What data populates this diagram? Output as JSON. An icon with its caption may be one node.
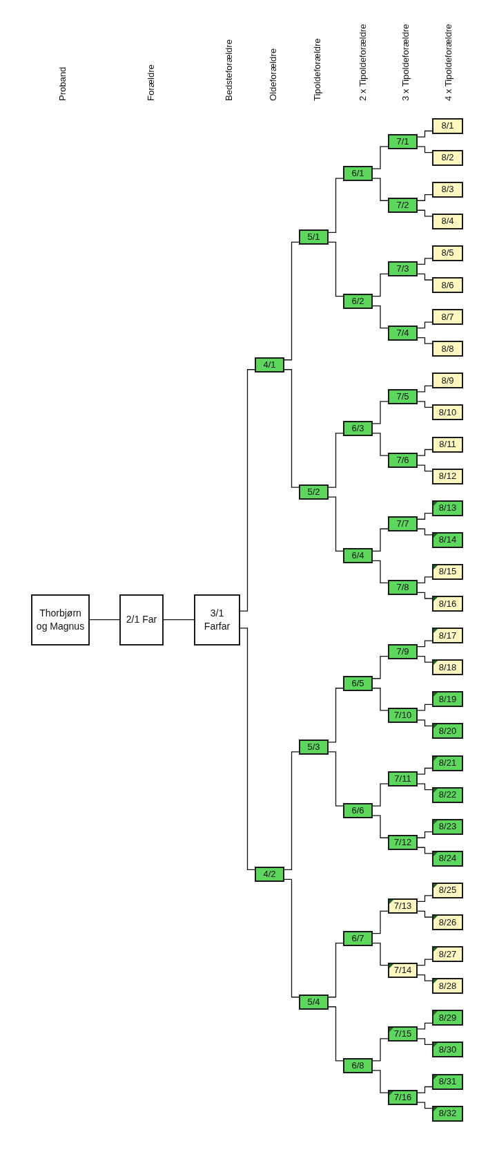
{
  "diagram": {
    "nodes": [
      {
        "text": [
          "Thorbjørn og Magnus"
        ]
      },
      {
        "text": [
          "2/1 Far"
        ]
      },
      {
        "text": [
          "3/1 Farfar"
        ]
      },
      {
        "text": [
          "4/1"
        ]
      },
      {
        "text": [
          "4/2"
        ]
      },
      {
        "text": [
          "5/1"
        ]
      },
      {
        "text": [
          "5/2"
        ]
      },
      {
        "text": [
          "5/3"
        ]
      },
      {
        "text": [
          "5/4"
        ]
      },
      {
        "text": [
          "6/1"
        ]
      },
      {
        "text": [
          "6/2"
        ]
      },
      {
        "text": [
          "6/3"
        ]
      },
      {
        "text": [
          "6/4"
        ]
      },
      {
        "text": [
          "6/5"
        ]
      },
      {
        "text": [
          "6/6"
        ]
      },
      {
        "text": [
          "6/7"
        ]
      },
      {
        "text": [
          "6/8"
        ]
      },
      {
        "text": [
          "7/1"
        ]
      },
      {
        "text": [
          "7/2"
        ]
      },
      {
        "text": [
          "7/3"
        ]
      },
      {
        "text": [
          "7/4"
        ]
      },
      {
        "text": [
          "7/5"
        ]
      },
      {
        "text": [
          "7/6"
        ]
      },
      {
        "text": [
          "7/7"
        ]
      },
      {
        "text": [
          "7/8"
        ]
      },
      {
        "text": [
          "7/9"
        ]
      },
      {
        "text": [
          "7/10"
        ]
      },
      {
        "text": [
          "7/11"
        ]
      },
      {
        "text": [
          "7/12"
        ]
      },
      {
        "text": [
          "7/13"
        ]
      },
      {
        "text": [
          "7/14"
        ]
      },
      {
        "text": [
          "7/15"
        ]
      },
      {
        "text": [
          "7/16"
        ]
      },
      {
        "text": [
          "8/1"
        ]
      },
      {
        "text": [
          "8/2"
        ]
      },
      {
        "text": [
          "8/3"
        ]
      },
      {
        "text": [
          "8/4"
        ]
      },
      {
        "text": [
          "8/5"
        ]
      },
      {
        "text": [
          "8/6"
        ]
      },
      {
        "text": [
          "8/7"
        ]
      },
      {
        "text": [
          "8/8"
        ]
      },
      {
        "text": [
          "8/9"
        ]
      },
      {
        "text": [
          "8/10"
        ]
      },
      {
        "text": [
          "8/11"
        ]
      },
      {
        "text": [
          "8/12"
        ]
      },
      {
        "text": [
          "8/13"
        ]
      },
      {
        "text": [
          "8/14"
        ]
      },
      {
        "text": [
          "8/15"
        ]
      },
      {
        "text": [
          "8/16"
        ]
      },
      {
        "text": [
          "8/17"
        ]
      },
      {
        "text": [
          "8/18"
        ]
      },
      {
        "text": [
          "8/19"
        ]
      },
      {
        "text": [
          "8/20"
        ]
      },
      {
        "text": [
          "8/21"
        ]
      },
      {
        "text": [
          "8/22"
        ]
      },
      {
        "text": [
          "8/23"
        ]
      },
      {
        "text": [
          "8/24"
        ]
      },
      {
        "text": [
          "8/25"
        ]
      },
      {
        "text": [
          "8/26"
        ]
      },
      {
        "text": [
          "8/27"
        ]
      },
      {
        "text": [
          "8/28"
        ]
      },
      {
        "text": [
          "8/29"
        ]
      },
      {
        "text": [
          "8/30"
        ]
      },
      {
        "text": [
          "8/31"
        ]
      },
      {
        "text": [
          "8/32"
        ]
      }
    ],
    "edges": [
      {
        "from": 0,
        "to": 1,
        "arrow": "none"
      },
      {
        "from": 1,
        "to": 2,
        "arrow": "none"
      },
      {
        "from": 2,
        "to": 3,
        "arrow": "none"
      },
      {
        "from": 2,
        "to": 4,
        "arrow": "none"
      },
      {
        "from": 3,
        "to": 5,
        "arrow": "none"
      },
      {
        "from": 3,
        "to": 6,
        "arrow": "none"
      },
      {
        "from": 4,
        "to": 7,
        "arrow": "none"
      },
      {
        "from": 4,
        "to": 8,
        "arrow": "none"
      },
      {
        "from": 5,
        "to": 9,
        "arrow": "none"
      },
      {
        "from": 5,
        "to": 10,
        "arrow": "none"
      },
      {
        "from": 6,
        "to": 11,
        "arrow": "none"
      },
      {
        "from": 6,
        "to": 12,
        "arrow": "none"
      },
      {
        "from": 7,
        "to": 13,
        "arrow": "none"
      },
      {
        "from": 7,
        "to": 14,
        "arrow": "none"
      },
      {
        "from": 8,
        "to": 15,
        "arrow": "none"
      },
      {
        "from": 8,
        "to": 16,
        "arrow": "none"
      },
      {
        "from": 9,
        "to": 17,
        "arrow": "none"
      },
      {
        "from": 9,
        "to": 18,
        "arrow": "none"
      },
      {
        "from": 10,
        "to": 19,
        "arrow": "none"
      },
      {
        "from": 10,
        "to": 20,
        "arrow": "none"
      },
      {
        "from": 11,
        "to": 21,
        "arrow": "none"
      },
      {
        "from": 11,
        "to": 22,
        "arrow": "none"
      },
      {
        "from": 12,
        "to": 23,
        "arrow": "none"
      },
      {
        "from": 12,
        "to": 24,
        "arrow": "none"
      },
      {
        "from": 13,
        "to": 25,
        "arrow": "none"
      },
      {
        "from": 13,
        "to": 26,
        "arrow": "none"
      },
      {
        "from": 14,
        "to": 27,
        "arrow": "none"
      },
      {
        "from": 14,
        "to": 28,
        "arrow": "none"
      },
      {
        "from": 15,
        "to": 29,
        "arrow": "none"
      },
      {
        "from": 15,
        "to": 30,
        "arrow": "none"
      },
      {
        "from": 16,
        "to": 31,
        "arrow": "none"
      },
      {
        "from": 16,
        "to": 32,
        "arrow": "none"
      },
      {
        "from": 17,
        "to": 33,
        "arrow": "none"
      },
      {
        "from": 17,
        "to": 34,
        "arrow": "none"
      },
      {
        "from": 18,
        "to": 35,
        "arrow": "none"
      },
      {
        "from": 18,
        "to": 36,
        "arrow": "none"
      },
      {
        "from": 19,
        "to": 37,
        "arrow": "none"
      },
      {
        "from": 19,
        "to": 38,
        "arrow": "none"
      },
      {
        "from": 20,
        "to": 39,
        "arrow": "none"
      },
      {
        "from": 20,
        "to": 40,
        "arrow": "none"
      },
      {
        "from": 21,
        "to": 41,
        "arrow": "none"
      },
      {
        "from": 21,
        "to": 42,
        "arrow": "none"
      },
      {
        "from": 22,
        "to": 43,
        "arrow": "none"
      },
      {
        "from": 22,
        "to": 44,
        "arrow": "none"
      },
      {
        "from": 23,
        "to": 45,
        "arrow": "none"
      },
      {
        "from": 23,
        "to": 46,
        "arrow": "none"
      },
      {
        "from": 24,
        "to": 47,
        "arrow": "none"
      },
      {
        "from": 24,
        "to": 48,
        "arrow": "none"
      },
      {
        "from": 25,
        "to": 49,
        "arrow": "none"
      },
      {
        "from": 25,
        "to": 50,
        "arrow": "none"
      },
      {
        "from": 26,
        "to": 51,
        "arrow": "none"
      },
      {
        "from": 26,
        "to": 52,
        "arrow": "none"
      },
      {
        "from": 27,
        "to": 53,
        "arrow": "none"
      },
      {
        "from": 27,
        "to": 54,
        "arrow": "none"
      },
      {
        "from": 28,
        "to": 55,
        "arrow": "none"
      },
      {
        "from": 28,
        "to": 56,
        "arrow": "none"
      },
      {
        "from": 29,
        "to": 57,
        "arrow": "none"
      },
      {
        "from": 29,
        "to": 58,
        "arrow": "none"
      },
      {
        "from": 30,
        "to": 59,
        "arrow": "none"
      },
      {
        "from": 30,
        "to": 60,
        "arrow": "none"
      },
      {
        "from": 31,
        "to": 61,
        "arrow": "none"
      },
      {
        "from": 31,
        "to": 62,
        "arrow": "none"
      },
      {
        "from": 32,
        "to": 63,
        "arrow": "none"
      },
      {
        "from": 32,
        "to": 64,
        "arrow": "none"
      }
    ],
    "labels": [
      "Proband",
      "Forældre",
      "Bedsteforældre",
      "Oldeforældre",
      "Tipoldeforældre",
      "2 x Tipoldeforældre",
      "3 x Tipoldeforældre",
      "4 x Tipoldeforældre"
    ]
  }
}
